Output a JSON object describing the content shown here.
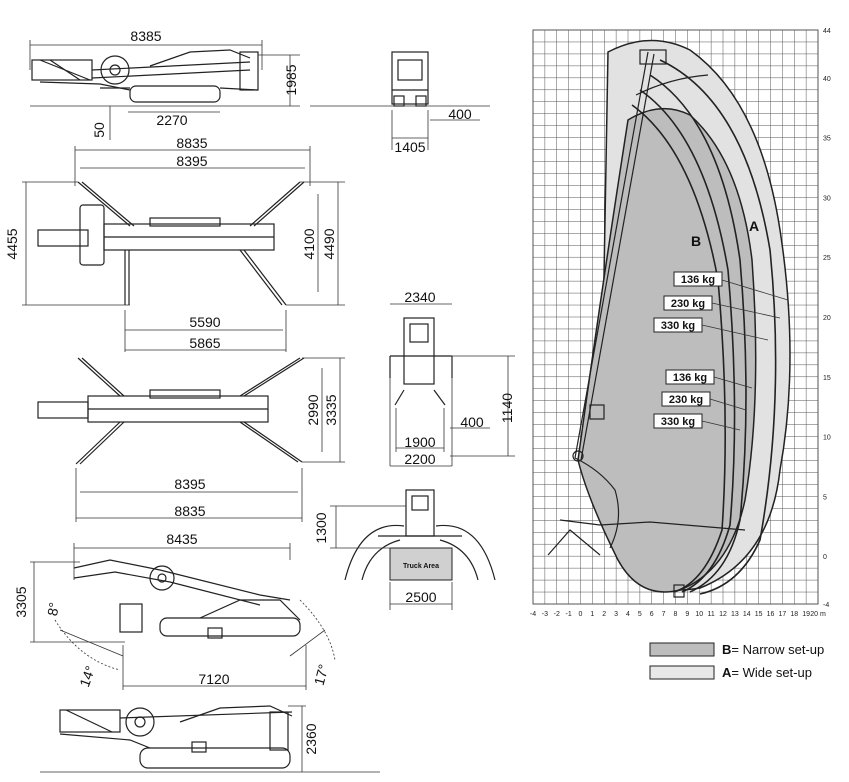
{
  "dimensions": {
    "side_length": "8385",
    "side_height": "1985",
    "track_length": "2270",
    "ground_clear": "50",
    "front_offset": "400",
    "front_width": "1405",
    "outrig_outer_span": "8835",
    "outrig_inner_span": "8395",
    "plan1_left_height": "4455",
    "plan1_inner_height": "4100",
    "plan1_outer_height": "4490",
    "plan1_inner_width": "5590",
    "plan1_outer_width": "5865",
    "front2_top_width": "2340",
    "front2_offset": "400",
    "front2_height": "1140",
    "front2_inner_width": "1900",
    "front2_outer_width": "2200",
    "plan2_inner_height": "2990",
    "plan2_outer_height": "3335",
    "plan2_inner_width": "8395",
    "plan2_outer_width": "8835",
    "truck_height": "1300",
    "truck_width": "2500",
    "truck_area": "Truck Area",
    "slope_length": "8435",
    "slope_height": "3305",
    "slope_angle_front": "8°",
    "slope_angle_left": "14°",
    "slope_angle_right": "17°",
    "slope_base": "7120",
    "compact_height": "2360"
  },
  "chart": {
    "x_ticks": [
      "-4",
      "-3",
      "-2",
      "-1",
      "0",
      "1",
      "2",
      "3",
      "4",
      "5",
      "6",
      "7",
      "8",
      "9",
      "10",
      "11",
      "12",
      "13",
      "14",
      "15",
      "16",
      "17",
      "18",
      "19",
      "20 m"
    ],
    "y_ticks": [
      "44",
      "40",
      "35",
      "30",
      "25",
      "20",
      "15",
      "10",
      "5",
      "0",
      "-4"
    ],
    "zone_b": "B",
    "zone_a": "A",
    "loads_wide": [
      "136 kg",
      "230 kg",
      "330 kg"
    ],
    "loads_narrow": [
      "136 kg",
      "230 kg",
      "330 kg"
    ]
  },
  "legend": {
    "b_key": "B",
    "b_text": "= Narrow set-up",
    "a_key": "A",
    "a_text": "= Wide set-up"
  },
  "colors": {
    "zone_b": "#bdbdbd",
    "zone_a": "#e2e2e2",
    "grid": "#555555"
  }
}
